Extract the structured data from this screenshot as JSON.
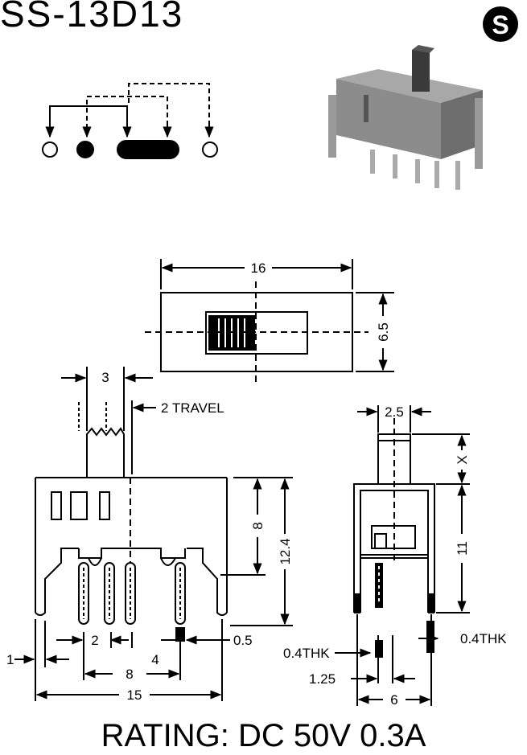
{
  "header": {
    "model": "SS-13D13",
    "brand_logo_letter": "S"
  },
  "top_view": {
    "width_label": "16",
    "height_label": "6.5"
  },
  "side_view": {
    "actuator_label": "3",
    "travel_label": "2 TRAVEL",
    "body_height_label": "8",
    "total_height_label": "12.4",
    "pitch_label": "2",
    "pin_width_label": "0.5",
    "edge_label": "1",
    "span_4_label": "4",
    "span_8_label": "8",
    "span_15_label": "15"
  },
  "end_view": {
    "actuator_width_label": "2.5",
    "actuator_height_label": "X",
    "body_height_label": "11",
    "left_thk_label": "0.4THK",
    "right_thk_label": "0.4THK",
    "pin_offset_label": "1.25",
    "pin_span_label": "6"
  },
  "footer": {
    "rating": "RATING: DC 50V 0.3A"
  },
  "colors": {
    "line": "#000000",
    "photo_body": "#8c8c8c",
    "photo_dark": "#3a3a3a",
    "background": "#ffffff"
  }
}
